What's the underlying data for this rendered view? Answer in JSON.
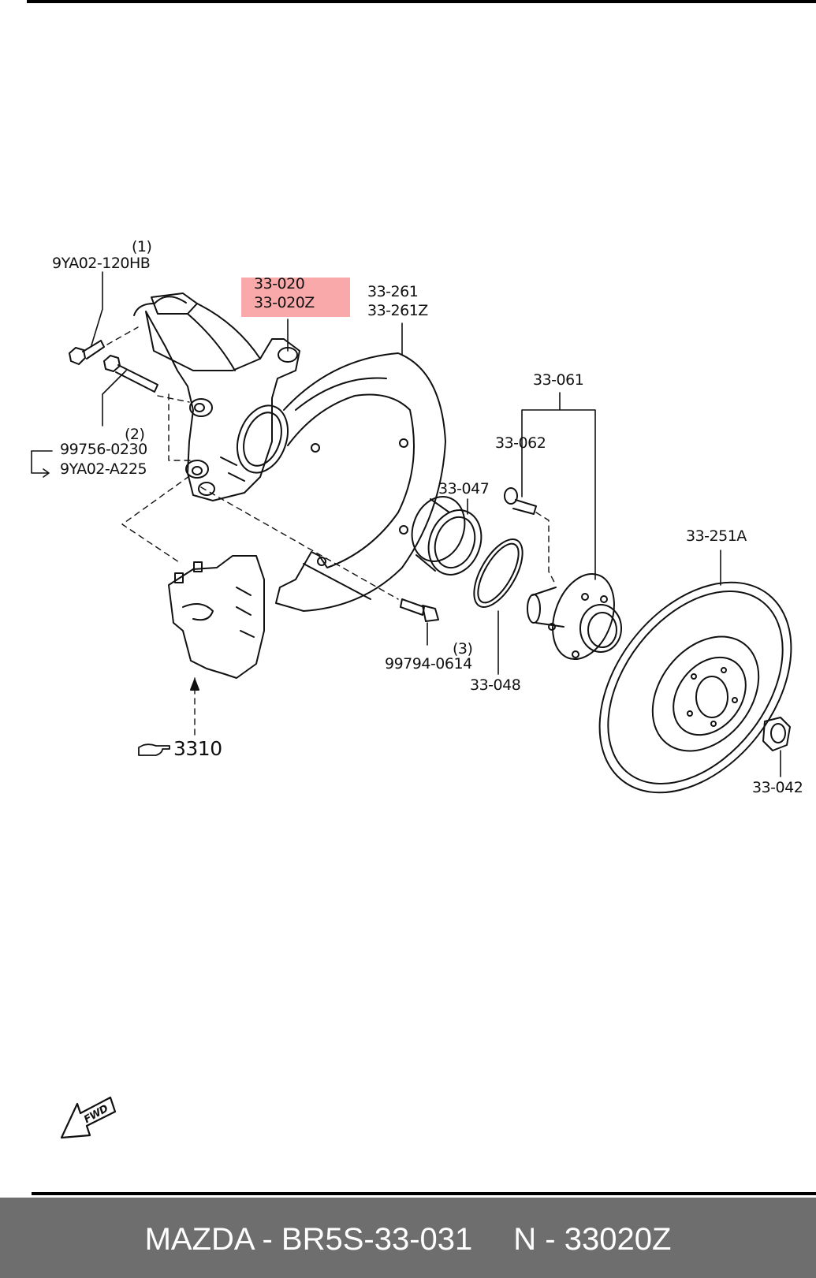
{
  "labels": {
    "bolt_upper_ref": "(1)",
    "bolt_upper_part": "9YA02-120HB",
    "knuckle_part_1": "33-020",
    "knuckle_part_2": "33-020Z",
    "dust_shield_1": "33-261",
    "dust_shield_2": "33-261Z",
    "hub_assy": "33-061",
    "hub_bolt": "33-062",
    "bearing": "33-047",
    "bolt_lower_ref": "(2)",
    "bolt_lower_part_1": "99756-0230",
    "bolt_lower_part_2": "9YA02-A225",
    "disc": "33-251A",
    "shield_bolt_ref": "(3)",
    "shield_bolt_part": "99794-0614",
    "snap_ring": "33-048",
    "caliper_ref": "3310",
    "hub_nut": "33-042",
    "fwd": "FWD"
  },
  "footer": {
    "brand_part": "MAZDA - BR5S-33-031",
    "oem_number": "N - 33020Z"
  },
  "colors": {
    "highlight": "#f89a9a",
    "footer_bg": "#6e6e6e",
    "line": "#111111"
  }
}
